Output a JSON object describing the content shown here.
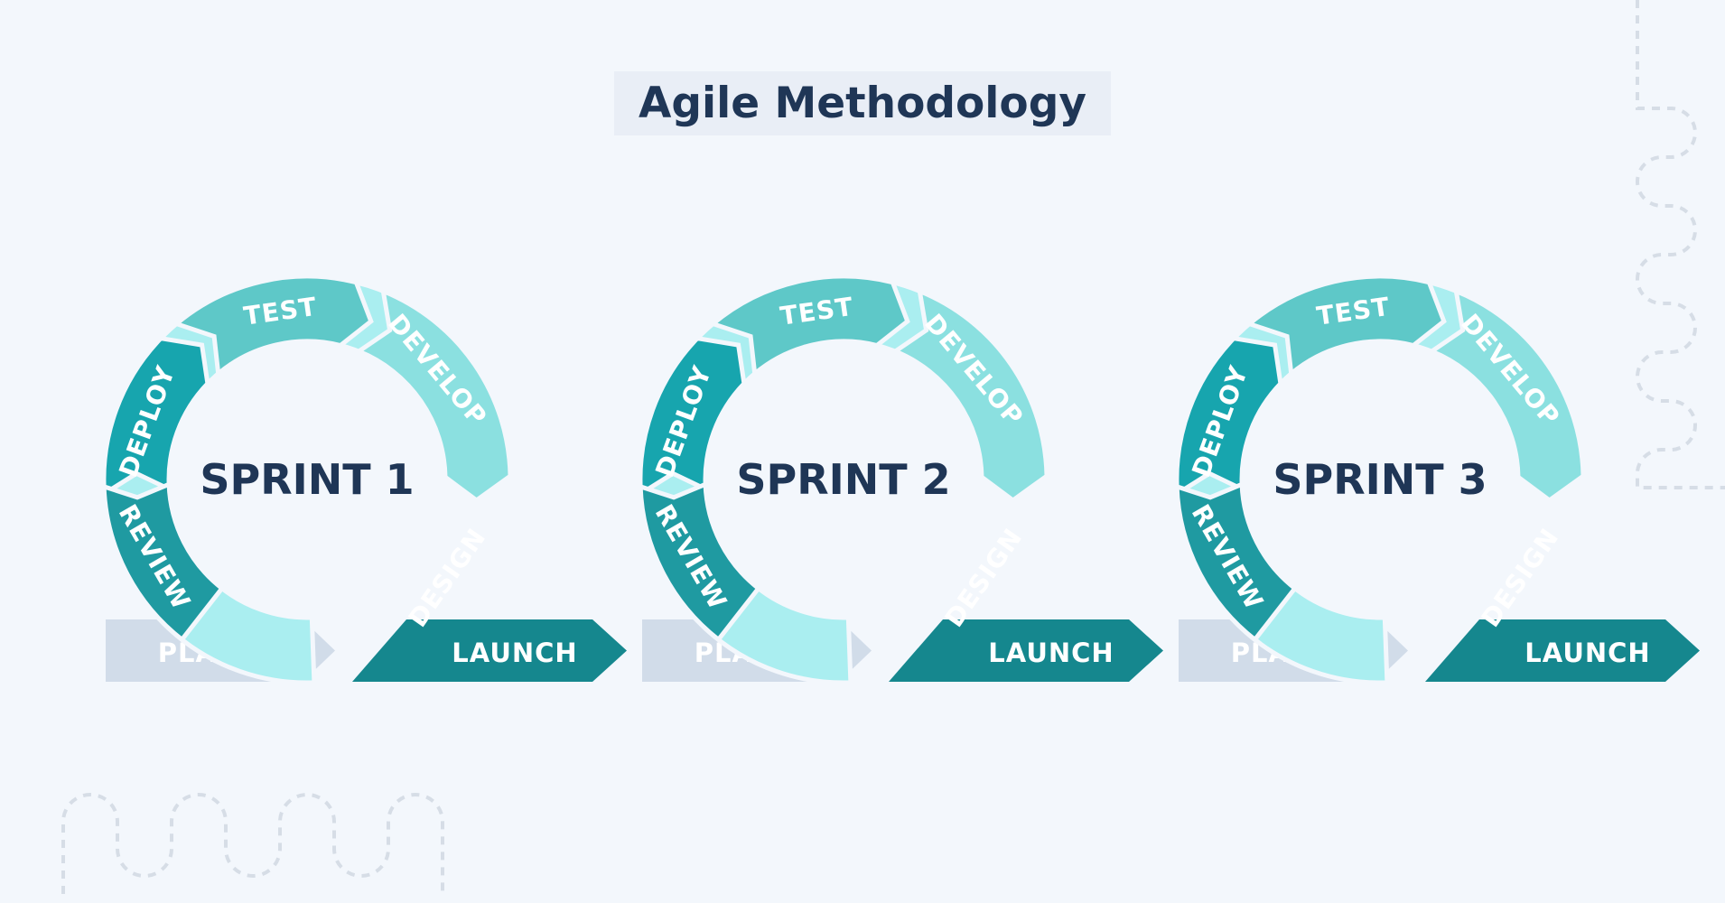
{
  "title": "Agile Methodology",
  "colors": {
    "background": "#f3f7fc",
    "title_box": "#e9eef6",
    "title_text": "#1f3656",
    "plan": "#d1dce9",
    "launch": "#15878e",
    "review": "#1f9aa1",
    "deploy": "#17a5ae",
    "test": "#5ec8c8",
    "develop": "#8be0e0",
    "design": "#aaeef0"
  },
  "sprints": [
    {
      "label": "SPRINT 1",
      "phases": {
        "test": "TEST",
        "develop": "DEVELOP",
        "design": "DESIGN",
        "deploy": "DEPLOY",
        "review": "REVIEW",
        "plan": "PLAN",
        "launch": "LAUNCH"
      }
    },
    {
      "label": "SPRINT 2",
      "phases": {
        "test": "TEST",
        "develop": "DEVELOP",
        "design": "DESIGN",
        "deploy": "DEPLOY",
        "review": "REVIEW",
        "plan": "PLAN",
        "launch": "LAUNCH"
      }
    },
    {
      "label": "SPRINT 3",
      "phases": {
        "test": "TEST",
        "develop": "DEVELOP",
        "design": "DESIGN",
        "deploy": "DEPLOY",
        "review": "REVIEW",
        "plan": "PLAN",
        "launch": "LAUNCH"
      }
    }
  ]
}
